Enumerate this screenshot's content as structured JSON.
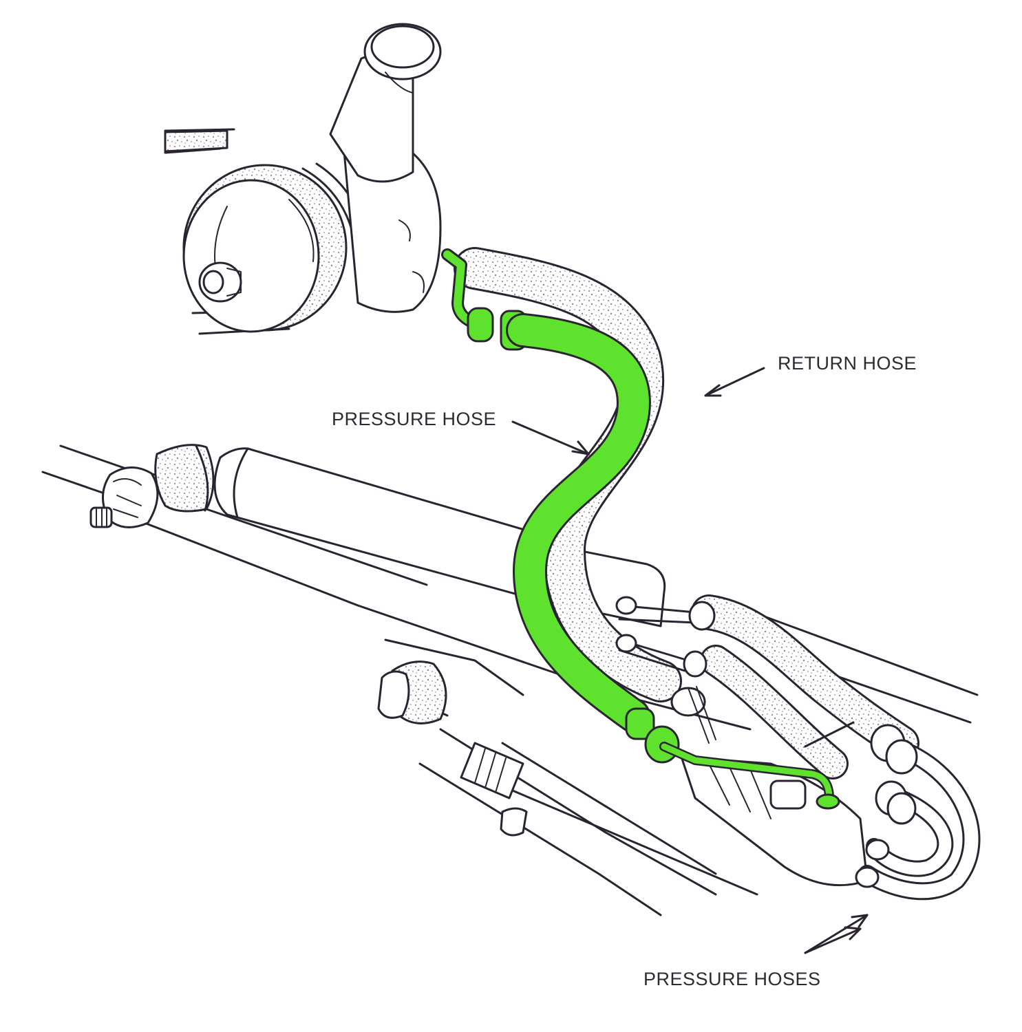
{
  "figure": {
    "type": "technical line illustration",
    "subject": "power steering hydraulic system",
    "colors": {
      "background": "#ffffff",
      "ink": "#2a2430",
      "highlight": "#5fe22e",
      "stipple": "#9a939c"
    }
  },
  "labels": {
    "return_hose": "RETURN HOSE",
    "pressure_hose": "PRESSURE HOSE",
    "pressure_hoses": "PRESSURE HOSES"
  },
  "components": [
    {
      "id": "pump-reservoir",
      "name": "Power steering pump with reservoir"
    },
    {
      "id": "pump-pulley",
      "name": "Pump pulley"
    },
    {
      "id": "return-hose",
      "name": "Return hose",
      "label_key": "return_hose"
    },
    {
      "id": "pressure-hose",
      "name": "Pressure hose (highlighted)",
      "label_key": "pressure_hose",
      "highlighted": true
    },
    {
      "id": "power-cylinder",
      "name": "Power cylinder"
    },
    {
      "id": "control-valve",
      "name": "Control valve"
    },
    {
      "id": "cylinder-hoses",
      "name": "Pressure hoses to cylinder",
      "label_key": "pressure_hoses"
    },
    {
      "id": "tie-rod",
      "name": "Tie rod / center link"
    }
  ]
}
